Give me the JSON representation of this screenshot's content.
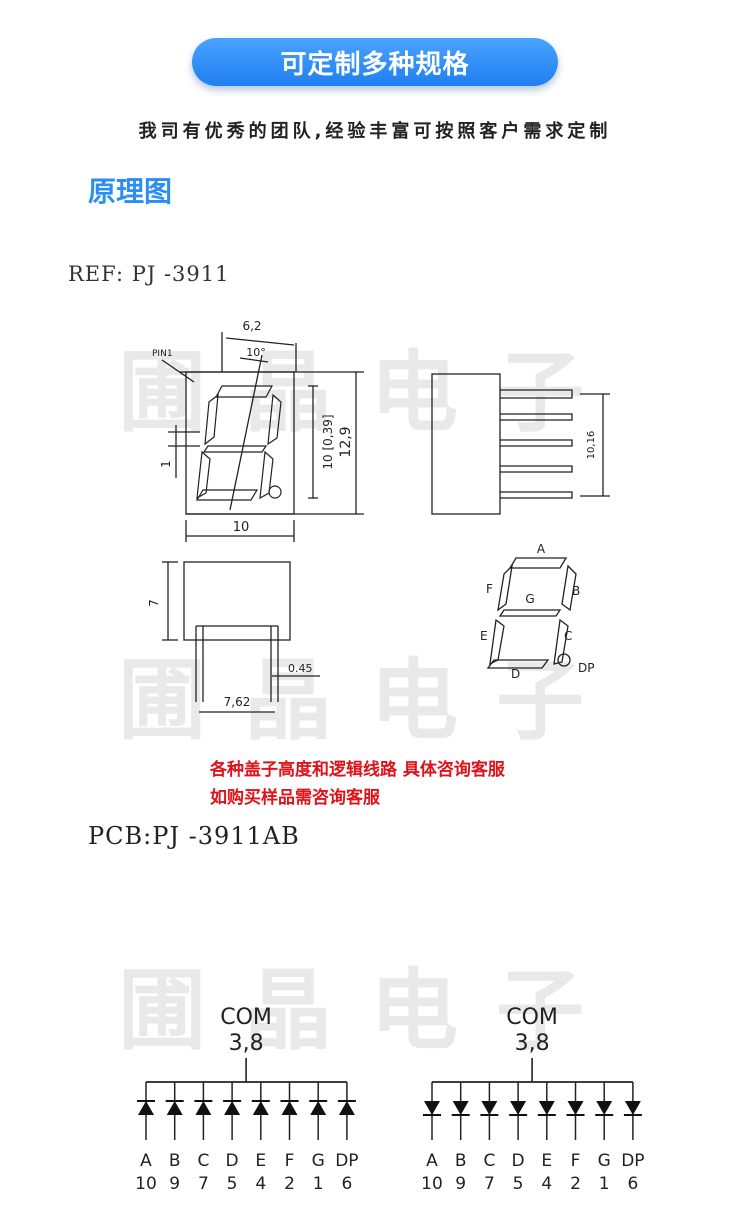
{
  "banner": {
    "title": "可定制多种规格"
  },
  "subtitle": "我司有优秀的团队,经验丰富可按照客户需求定制",
  "section_title": "原理图",
  "ref_label": "REF: PJ -3911",
  "watermark": "圃晶电子",
  "dimensions": {
    "width_top": "6,2",
    "angle": "10°",
    "pin1": "PIN1",
    "inner_height": "10 [0,39]",
    "total_height": "12,9",
    "base_width": "10",
    "seg_height": "1",
    "side_pitch": "10,16",
    "bottom_height": "7",
    "pin_width": "0.45",
    "pin_pitch": "7,62"
  },
  "segments": {
    "a": "A",
    "b": "B",
    "c": "C",
    "d": "D",
    "e": "E",
    "f": "F",
    "g": "G",
    "dp": "DP"
  },
  "notes": [
    "各种盖子高度和逻辑线路 具体咨询客服",
    "如购买样品需咨询客服"
  ],
  "pcb_label": "PCB:PJ -3911AB",
  "circuit_left": {
    "com_label": "COM",
    "com_pins": "3,8",
    "segments": [
      "A",
      "B",
      "C",
      "D",
      "E",
      "F",
      "G",
      "DP"
    ],
    "pins": [
      "10",
      "9",
      "7",
      "5",
      "4",
      "2",
      "1",
      "6"
    ]
  },
  "circuit_right": {
    "com_label": "COM",
    "com_pins": "3,8",
    "segments": [
      "A",
      "B",
      "C",
      "D",
      "E",
      "F",
      "G",
      "DP"
    ],
    "pins": [
      "10",
      "9",
      "7",
      "5",
      "4",
      "2",
      "1",
      "6"
    ]
  },
  "colors": {
    "banner": "#2b8ef5",
    "section": "#2b8ef5",
    "notes": "#e0121a"
  }
}
